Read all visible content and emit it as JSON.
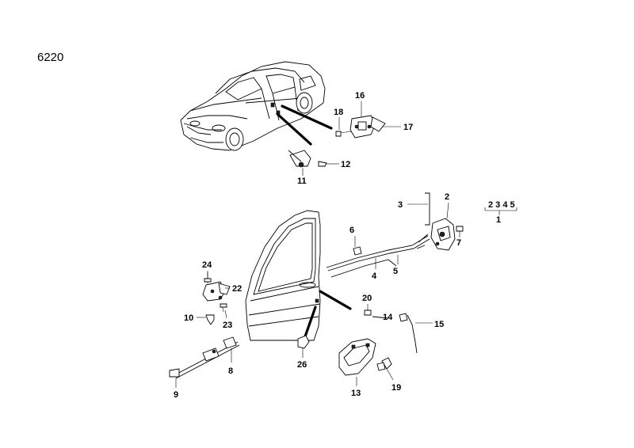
{
  "diagram_code": "6220",
  "labels": {
    "l1": "1",
    "l2": "2",
    "l3": "3",
    "l4": "4",
    "l5": "5",
    "l6": "6",
    "l7": "7",
    "l8": "8",
    "l9": "9",
    "l10": "10",
    "l11": "11",
    "l12": "12",
    "l13": "13",
    "l14": "14",
    "l15": "15",
    "l16": "16",
    "l17": "17",
    "l18": "18",
    "l19": "19",
    "l20": "20",
    "l22": "22",
    "l23": "23",
    "l24": "24",
    "l26": "26",
    "group_2345": "2 3 4 5"
  }
}
